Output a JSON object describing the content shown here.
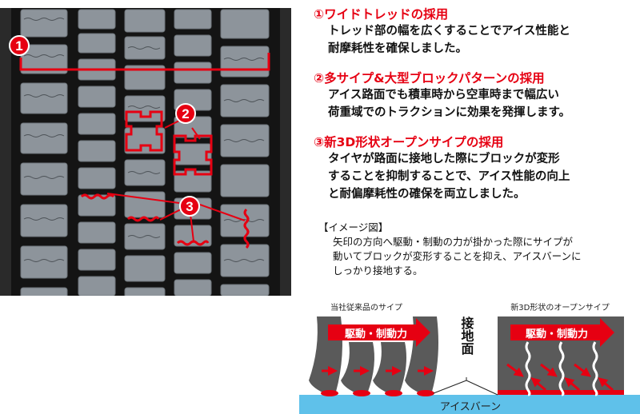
{
  "photo": {
    "alt": "winter tire tread pattern",
    "markers": [
      {
        "id": "1",
        "label": "1"
      },
      {
        "id": "2",
        "label": "2"
      },
      {
        "id": "3",
        "label": "3"
      }
    ],
    "colors": {
      "marker": "#e60012",
      "tread": "#8d949b",
      "groove": "#1a1a1a"
    }
  },
  "features": [
    {
      "title": "①ワイドトレッドの採用",
      "lines": [
        "トレッド部の幅を広くすることでアイス性能と",
        "耐摩耗性を確保しました。"
      ]
    },
    {
      "title": "②多サイプ&大型ブロックパターンの採用",
      "lines": [
        "アイス路面でも積車時から空車時まで幅広い",
        "荷重域でのトラクションに効果を発揮します。"
      ]
    },
    {
      "title": "③新3D形状オープンサイプの採用",
      "lines": [
        "タイヤが路面に接地した際にブロックが変形",
        "することを抑制することで、アイス性能の向上",
        "と耐偏摩耗性の確保を両立しました。"
      ]
    }
  ],
  "image_note": {
    "label": "【イメージ図】",
    "lines": [
      "矢印の方向へ駆動・制動の力が掛かった際にサイプが",
      "動いてブロックが変形することを抑え、アイスバーンに",
      "しっかり接地する。"
    ]
  },
  "diagram": {
    "left_title": "当社従来品のサイプ",
    "right_title": "新3D形状のオープンサイプ",
    "force_label": "駆動・制動力",
    "contact_label": "接地面",
    "ice_label": "アイスバーン",
    "colors": {
      "block": "#5a5a5a",
      "accent": "#e60012",
      "ice": "#5fc1ea"
    }
  }
}
